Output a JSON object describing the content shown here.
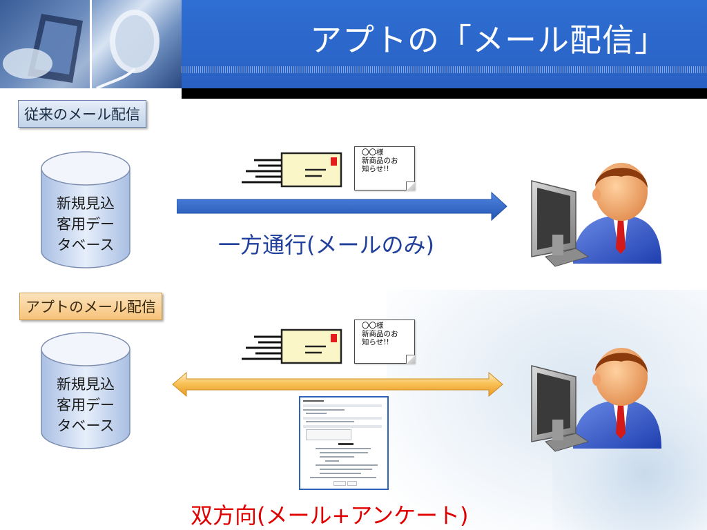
{
  "title": "アプトの「メール配信」",
  "sections": {
    "traditional": {
      "label": "従来のメール配信",
      "database": [
        "新規見込",
        "客用デー",
        "タベース"
      ],
      "note": [
        "〇〇様",
        "新商品のお",
        "知らせ!!"
      ],
      "caption": "一方通行(メールのみ)"
    },
    "appt": {
      "label": "アプトのメール配信",
      "database": [
        "新規見込",
        "客用デー",
        "タベース"
      ],
      "note": [
        "〇〇様",
        "新商品のお",
        "知らせ!!"
      ],
      "caption": "双方向(メール+アンケート)"
    }
  },
  "colors": {
    "header_blue": "#2f6ed3",
    "one_way_arrow": "#2f63c4",
    "two_way_arrow": "#f2b23d",
    "caption_blue": "#1f3f9a",
    "caption_red": "#e00000"
  },
  "icons": [
    "laptop-mouse-photo",
    "mail-envelope-icon",
    "database-cylinder-icon",
    "user-at-computer-icon",
    "survey-form-thumbnail"
  ]
}
